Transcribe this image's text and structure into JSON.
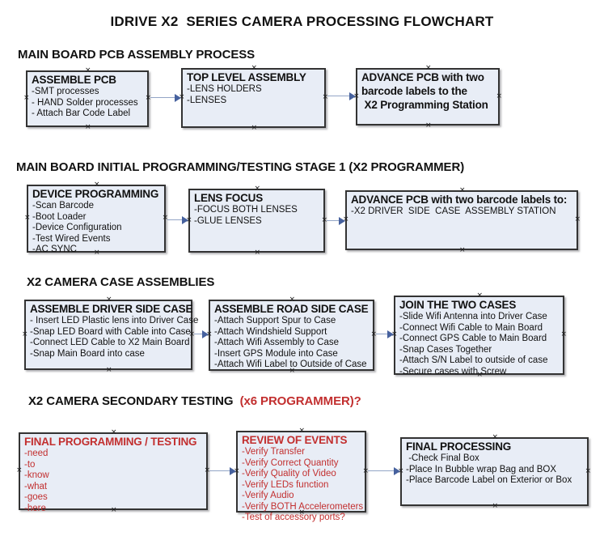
{
  "title": "IDRIVE X2  SERIES CAMERA PROCESSING FLOWCHART",
  "colors": {
    "box_fill": "#e8edf6",
    "box_border": "#333333",
    "text": "#111111",
    "red_text": "#c22f2f",
    "arrow_line": "#93a5c6",
    "arrow_head": "#46619e"
  },
  "sections": [
    {
      "heading": "MAIN BOARD PCB ASSEMBLY PROCESS",
      "boxes": [
        {
          "title": "ASSEMBLE PCB",
          "items": [
            "-SMT processes",
            "- HAND Solder processes",
            "- Attach Bar Code Label"
          ]
        },
        {
          "title": "TOP LEVEL ASSEMBLY",
          "items": [
            "-LENS HOLDERS",
            "-LENSES"
          ]
        },
        {
          "title": "ADVANCE PCB with two\nbarcode labels to the\n X2 Programming Station",
          "items": []
        }
      ]
    },
    {
      "heading": "MAIN BOARD INITIAL PROGRAMMING/TESTING STAGE 1 (X2 PROGRAMMER)",
      "boxes": [
        {
          "title": "DEVICE PROGRAMMING",
          "items": [
            "-Scan Barcode",
            "-Boot Loader",
            "-Device Configuration",
            "-Test Wired Events",
            "-AC SYNC"
          ]
        },
        {
          "title": "LENS FOCUS",
          "items": [
            "-FOCUS BOTH LENSES",
            "-GLUE LENSES"
          ]
        },
        {
          "title": "ADVANCE PCB with two barcode labels to:",
          "items": [
            "-X2 DRIVER  SIDE  CASE  ASSEMBLY STATION"
          ]
        }
      ]
    },
    {
      "heading": "X2 CAMERA CASE ASSEMBLIES",
      "boxes": [
        {
          "title": "ASSEMBLE DRIVER SIDE CASE",
          "items": [
            "- Insert LED Plastic lens into Driver Case",
            "-Snap LED Board with Cable into Case",
            "-Connect LED Cable to X2 Main Board",
            "-Snap Main Board into case"
          ]
        },
        {
          "title": "ASSEMBLE ROAD SIDE CASE",
          "items": [
            "-Attach Support Spur to Case",
            "-Attach Windshield Support",
            "-Attach Wifi Assembly to Case",
            "-Insert GPS Module into Case",
            "-Attach Wifi Label to Outside of Case"
          ]
        },
        {
          "title": "JOIN THE TWO CASES",
          "items": [
            "-Slide Wifi Antenna into Driver Case",
            "-Connect Wifi Cable to Main Board",
            "-Connect GPS Cable to Main Board",
            "-Snap Cases Together",
            "-Attach S/N Label to outside of case",
            "-Secure cases with Screw"
          ]
        }
      ]
    },
    {
      "heading": "X2 CAMERA SECONDARY TESTING",
      "heading_red": "  (x6 PROGRAMMER)?",
      "boxes": [
        {
          "title": "FINAL PROGRAMMING / TESTING",
          "items": [
            "-need",
            "-to",
            "-know",
            "-what",
            "-goes",
            "-here"
          ]
        },
        {
          "title": "REVIEW OF EVENTS",
          "items": [
            "-Verify Transfer",
            "-Verify Correct Quantity",
            "-Verify Quality of Video",
            "-Verify LEDs function",
            "-Verify Audio",
            "-Verify BOTH Accelerometers",
            "-Test of accessory ports?"
          ]
        },
        {
          "title": "FINAL PROCESSING",
          "items": [
            " -Check Final Box",
            "-Place In Bubble wrap Bag and BOX",
            "-Place Barcode Label on Exterior or Box"
          ]
        }
      ]
    }
  ]
}
